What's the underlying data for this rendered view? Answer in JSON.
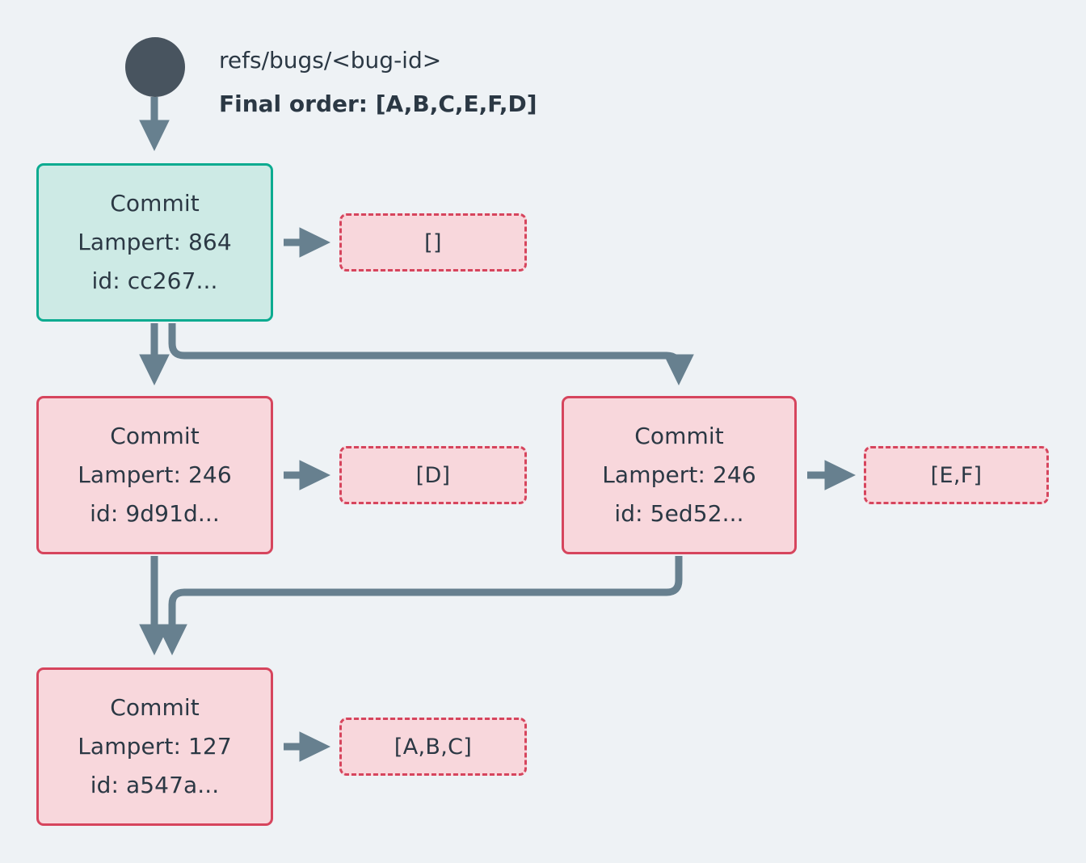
{
  "diagram": {
    "type": "commit-dag",
    "background_color": "#eef2f5",
    "ref": {
      "name": "refs/bugs/<bug-id>",
      "final_order_label": "Final order: [A,B,C,E,F,D]",
      "dot_color": "#48545f"
    },
    "colors": {
      "head_border": "#0bab90",
      "head_fill": "#cdeae5",
      "commit_border": "#d6455d",
      "commit_fill": "#f8d7dc",
      "edge": "#67808f",
      "text": "#2b3844"
    },
    "nodes": [
      {
        "id": "cc267",
        "kind": "head",
        "title": "Commit",
        "lamport_label": "Lampert: 864",
        "lamport": 864,
        "id_label": "id: cc267...",
        "payload_label": "[]",
        "payload_items": []
      },
      {
        "id": "9d91d",
        "kind": "commit",
        "title": "Commit",
        "lamport_label": "Lampert: 246",
        "lamport": 246,
        "id_label": "id: 9d91d...",
        "payload_label": "[D]",
        "payload_items": [
          "D"
        ]
      },
      {
        "id": "5ed52",
        "kind": "commit",
        "title": "Commit",
        "lamport_label": "Lampert: 246",
        "lamport": 246,
        "id_label": "id: 5ed52...",
        "payload_label": "[E,F]",
        "payload_items": [
          "E",
          "F"
        ]
      },
      {
        "id": "a547a",
        "kind": "commit",
        "title": "Commit",
        "lamport_label": "Lampert: 127",
        "lamport": 127,
        "id_label": "id: a547a...",
        "payload_label": "[A,B,C]",
        "payload_items": [
          "A",
          "B",
          "C"
        ]
      }
    ],
    "edges": [
      {
        "from": "ref-dot",
        "to": "cc267"
      },
      {
        "from": "cc267",
        "to": "9d91d"
      },
      {
        "from": "cc267",
        "to": "5ed52"
      },
      {
        "from": "9d91d",
        "to": "a547a"
      },
      {
        "from": "5ed52",
        "to": "a547a"
      },
      {
        "from": "cc267",
        "to": "payload-cc267"
      },
      {
        "from": "9d91d",
        "to": "payload-9d91d"
      },
      {
        "from": "5ed52",
        "to": "payload-5ed52"
      },
      {
        "from": "a547a",
        "to": "payload-a547a"
      }
    ]
  }
}
